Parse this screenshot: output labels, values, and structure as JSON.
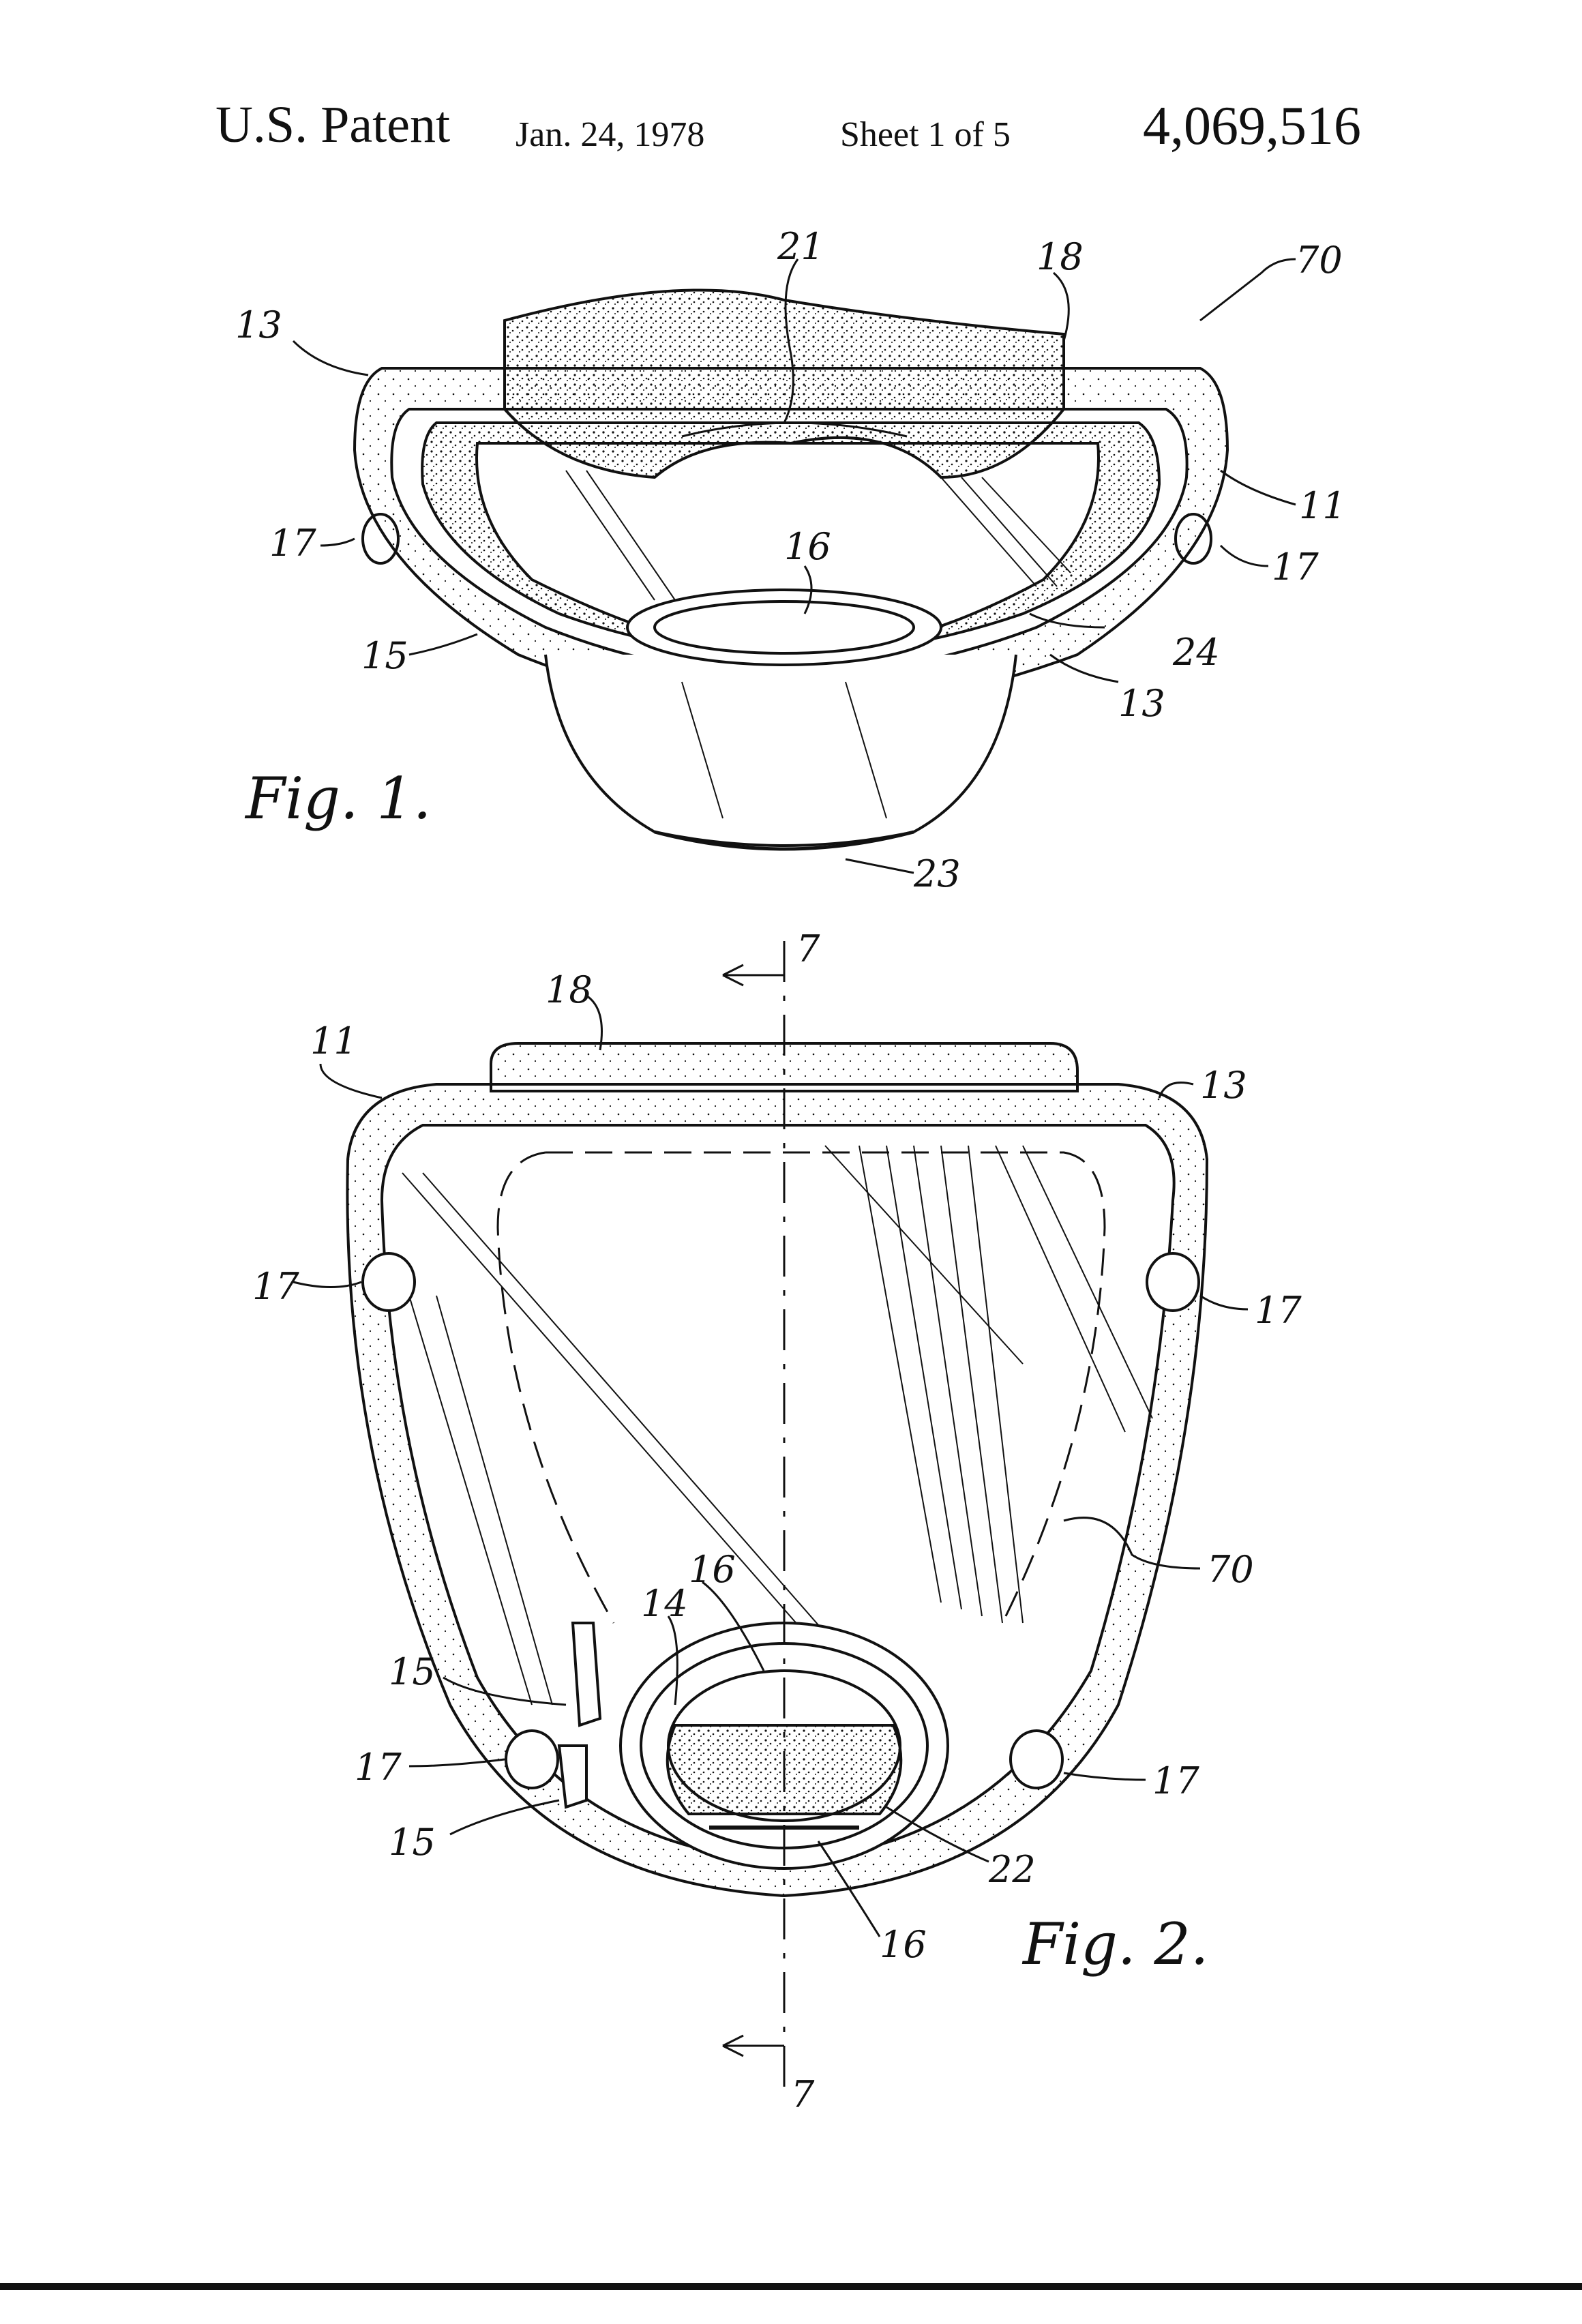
{
  "header": {
    "title": "U.S. Patent",
    "date": "Jan. 24, 1978",
    "sheet": "Sheet 1 of 5",
    "patent_number": "4,069,516"
  },
  "figures": [
    {
      "label": "Fig. 1.",
      "reference_numerals": [
        "70",
        "11",
        "13",
        "17",
        "15",
        "18",
        "21",
        "16",
        "24",
        "23"
      ]
    },
    {
      "label": "Fig. 2.",
      "reference_numerals": [
        "7",
        "18",
        "11",
        "13",
        "17",
        "70",
        "16",
        "14",
        "15",
        "22"
      ],
      "section_marker": "7"
    }
  ],
  "colors": {
    "ink": "#111111",
    "paper": "#ffffff"
  }
}
